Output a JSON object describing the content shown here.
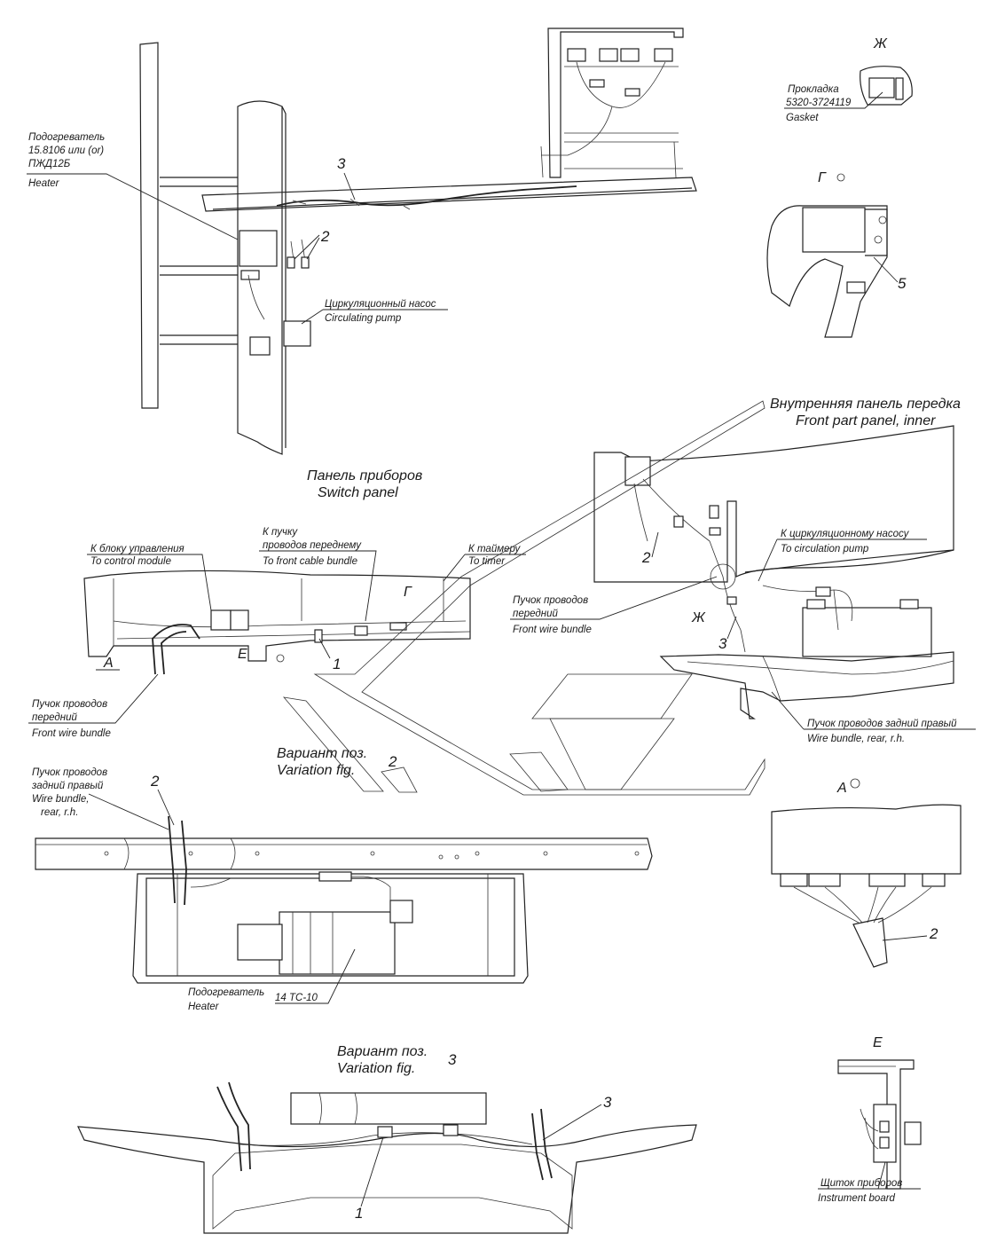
{
  "labels": {
    "heater_top_ru1": "Подогреватель",
    "heater_top_ru2": "15.8106 или (or)",
    "heater_top_ru3": "ПЖД12Б",
    "heater_top_en": "Heater",
    "pump_ru": "Циркуляционный насос",
    "pump_en": "Circulating pump",
    "view_zh": "Ж",
    "gasket_ru": "Прокладка",
    "gasket_num": "5320-3724119",
    "gasket_en": "Gasket",
    "view_g": "Г",
    "inner_panel_ru": "Внутренняя панель передка",
    "inner_panel_en": "Front part panel, inner",
    "switch_panel_ru": "Панель приборов",
    "switch_panel_en": "Switch panel",
    "control_ru": "К блоку управления",
    "control_en": "To control module",
    "front_cable_ru1": "К пучку",
    "front_cable_ru2": "проводов переднему",
    "front_cable_en": "To front cable bundle",
    "timer_ru": "К таймеру",
    "timer_en": "To timer",
    "front_wire_mid_ru1": "Пучок проводов",
    "front_wire_mid_ru2": "передний",
    "front_wire_mid_en": "Front wire bundle",
    "to_pump_ru": "К циркуляционному насосу",
    "to_pump_en": "To circulation pump",
    "front_wire_left_ru1": "Пучок проводов",
    "front_wire_left_ru2": "передний",
    "front_wire_left_en": "Front wire bundle",
    "rear_rh_ru": "Пучок проводов задний правый",
    "rear_rh_en": "Wire bundle, rear, r.h.",
    "variation_ru": "Вариант поз.",
    "variation_en": "Variation fig.",
    "variation2_num": "2",
    "rear_left_ru1": "Пучок проводов",
    "rear_left_ru2": "задний правый",
    "rear_left_en1": "Wire bundle,",
    "rear_left_en2": "rear, r.h.",
    "view_a": "А",
    "heater_bot_ru": "Подогреватель",
    "heater_bot_model": "14 ТС-10",
    "heater_bot_en": "Heater",
    "variation3_ru": "Вариант поз.",
    "variation3_en": "Variation fig.",
    "variation3_num": "3",
    "view_e": "Е",
    "instr_ru": "Щиток приборов",
    "instr_en": "Instrument board",
    "mark_a": "А",
    "mark_e": "Е",
    "mark_g": "Г",
    "mark_zh": "Ж"
  },
  "callouts": {
    "c3_top": "3",
    "c2_top": "2",
    "c5": "5",
    "c2_inner": "2",
    "c3_inner": "3",
    "c1_panel": "1",
    "c2_var": "2",
    "c2_viewa": "2",
    "c3_bottom": "3",
    "c1_bottom": "1"
  }
}
